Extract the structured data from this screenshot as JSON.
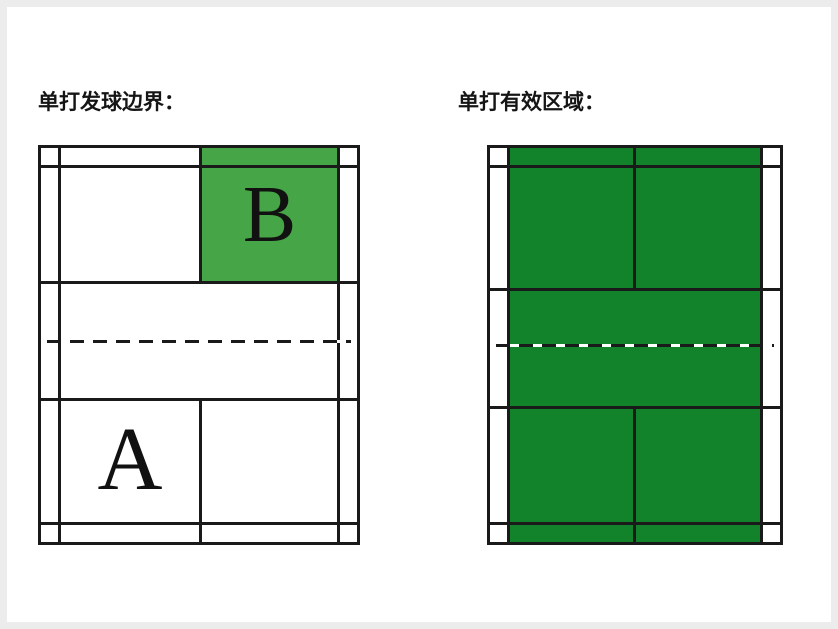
{
  "colors": {
    "background": "#ffffff",
    "frame": "#ececec",
    "line": "#1a1a1a",
    "serve_green": "#46a546",
    "valid_green": "#12832a",
    "letter": "#111111"
  },
  "left_diagram": {
    "title": "单打发球边界：",
    "zone_b_label": "B",
    "zone_a_label": "A"
  },
  "right_diagram": {
    "title": "单打有效区域："
  }
}
